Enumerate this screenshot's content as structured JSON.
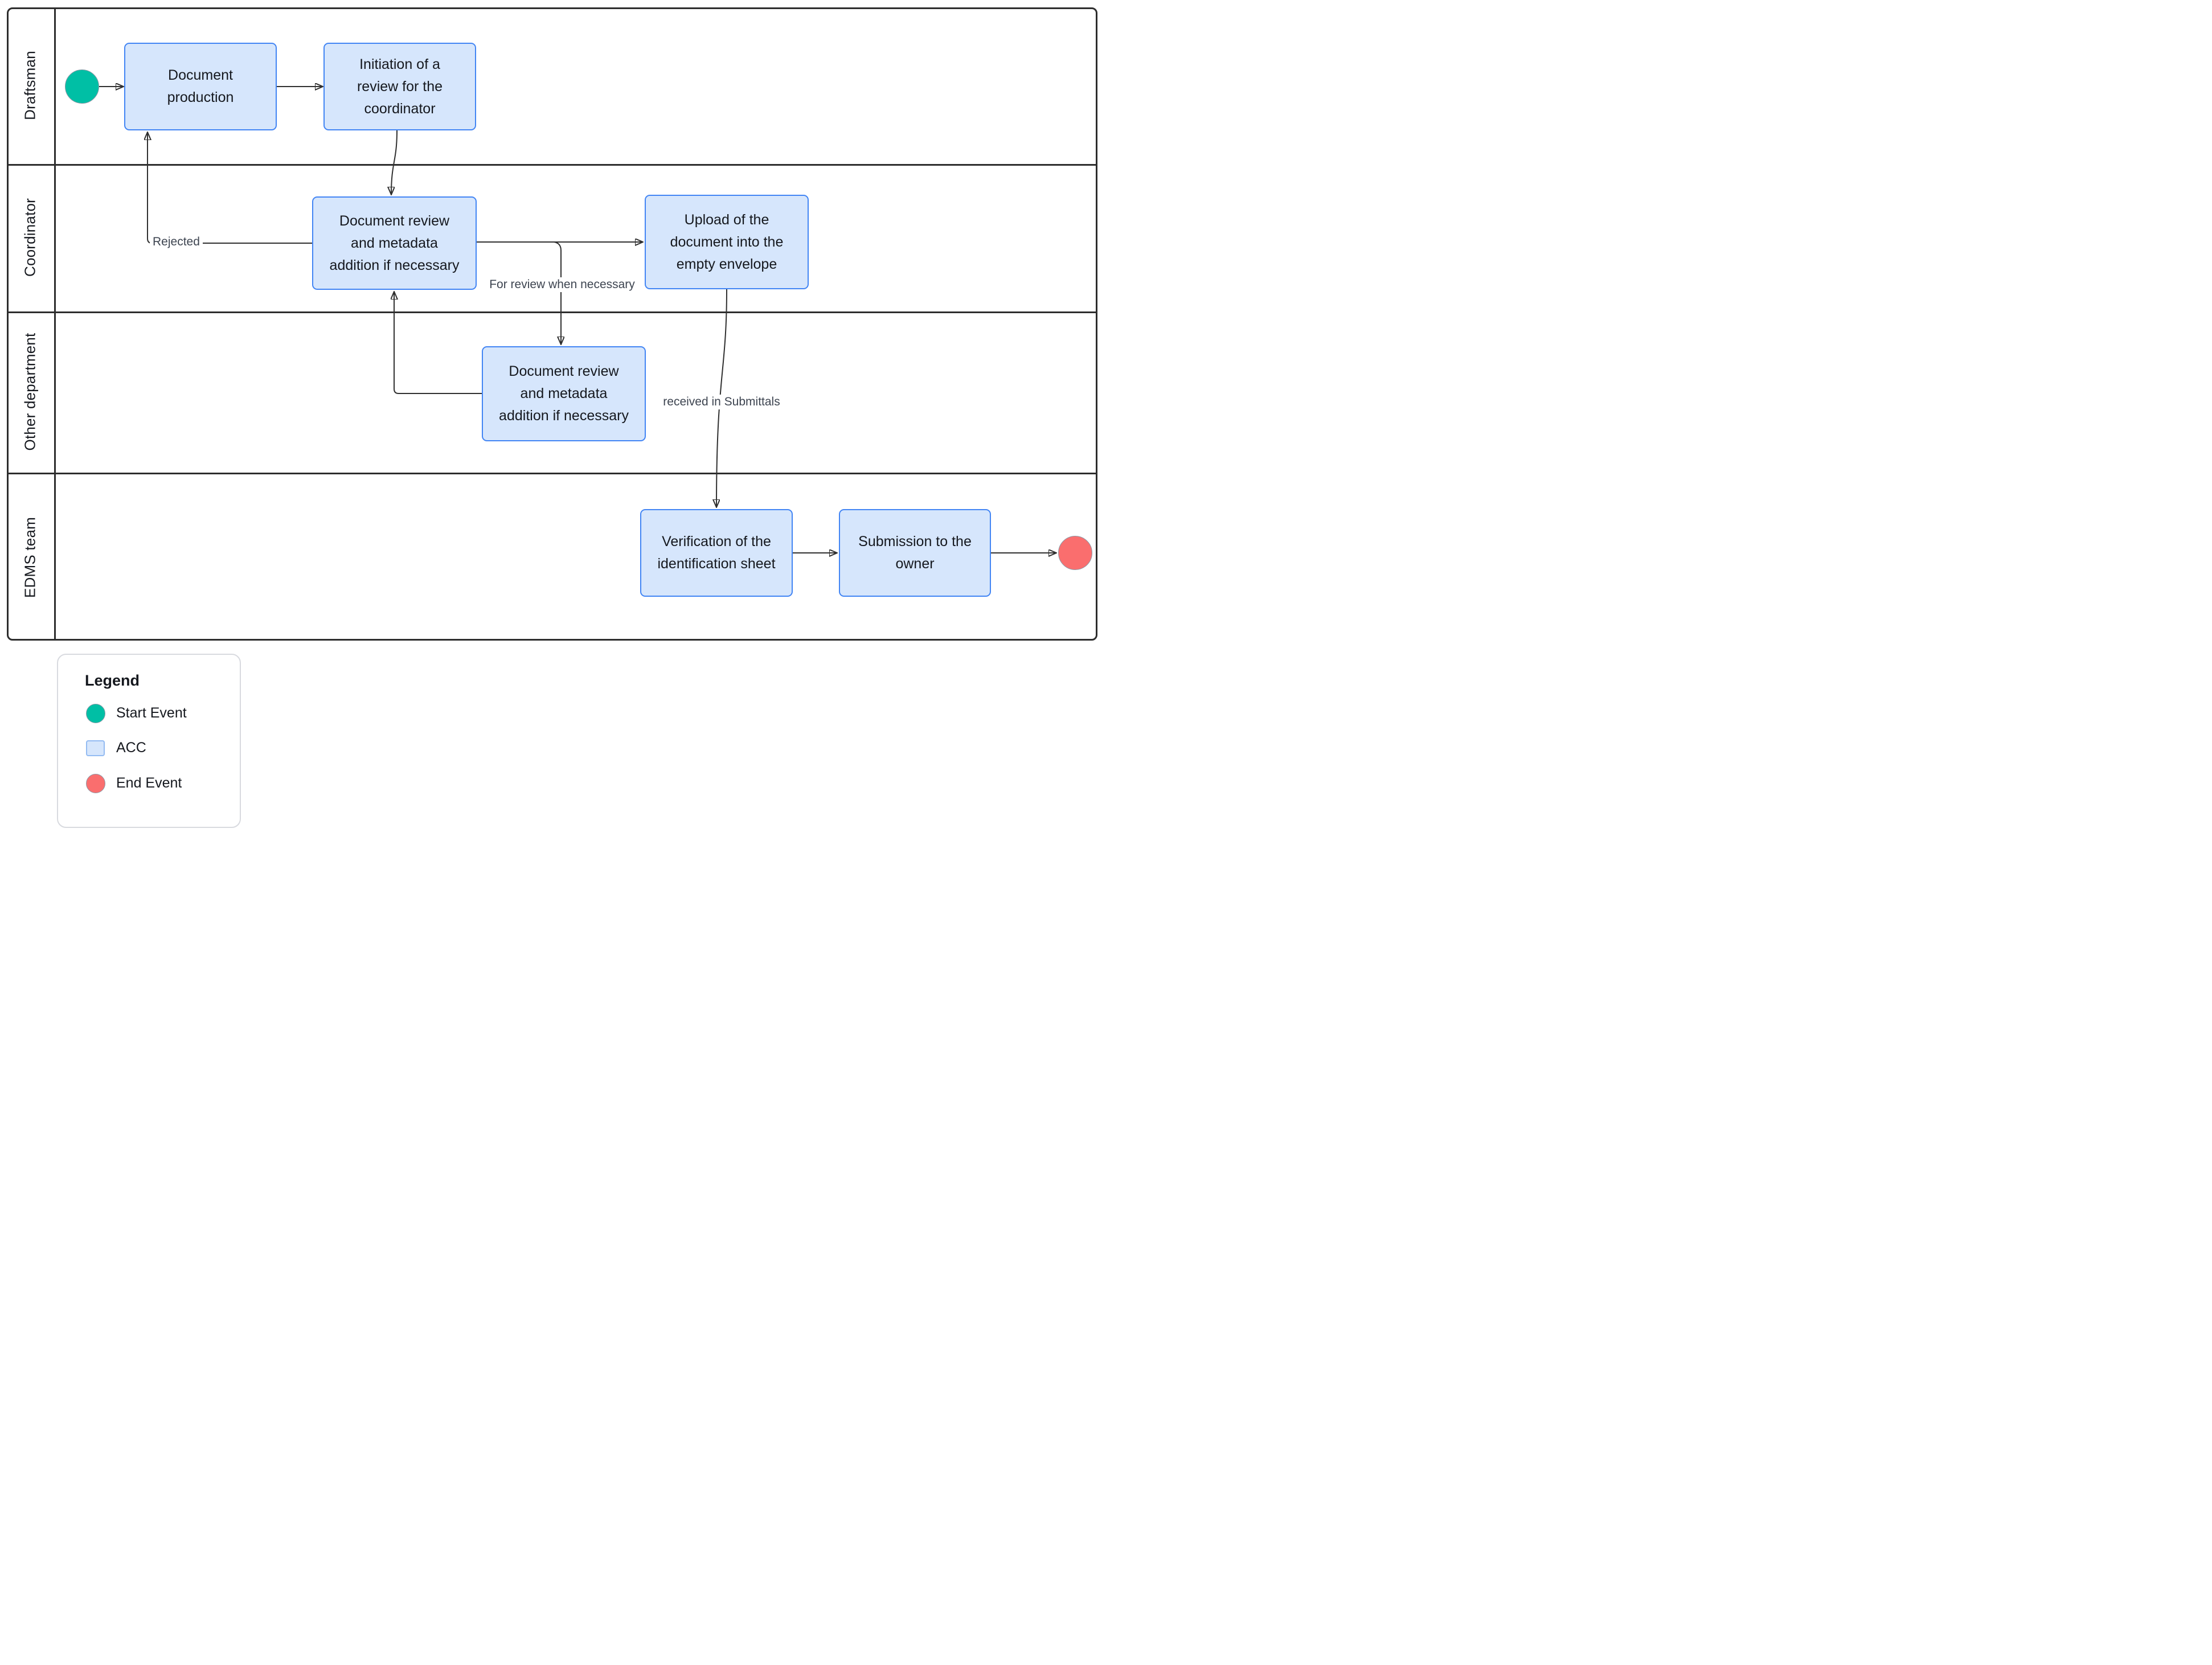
{
  "pool": {
    "lanes": [
      {
        "label": "Draftsman"
      },
      {
        "label": "Coordinator"
      },
      {
        "label": "Other department"
      },
      {
        "label": "EDMS team"
      }
    ],
    "nodes": {
      "doc_production": {
        "label": "Document\nproduction",
        "lane": "Draftsman"
      },
      "initiation": {
        "label": "Initiation of a\nreview for the\ncoordinator",
        "lane": "Draftsman"
      },
      "coord_review": {
        "label": "Document review\nand metadata\naddition if necessary",
        "lane": "Coordinator"
      },
      "upload": {
        "label": "Upload of the\ndocument into the\nempty envelope",
        "lane": "Coordinator"
      },
      "other_review": {
        "label": "Document review\nand metadata\naddition if necessary",
        "lane": "Other department"
      },
      "verification": {
        "label": "Verification of the\nidentification sheet",
        "lane": "EDMS team"
      },
      "submission": {
        "label": "Submission to the\nowner",
        "lane": "EDMS team"
      }
    },
    "edge_labels": {
      "rejected": "Rejected",
      "for_review": "For review when necessary",
      "received_in_submittals": "received in Submittals"
    }
  },
  "legend": {
    "title": "Legend",
    "items": [
      {
        "label": "Start Event",
        "swatch": "teal-circle"
      },
      {
        "label": "ACC",
        "swatch": "blue-rounded-square"
      },
      {
        "label": "End Event",
        "swatch": "red-circle"
      }
    ]
  },
  "colors": {
    "start_event": "#00bfa5",
    "end_event": "#fa6e6e",
    "task_fill": "#d6e6fc",
    "task_border": "#4285f4",
    "lane_border": "#2d2d2d",
    "connector": "#2f2f2f"
  }
}
